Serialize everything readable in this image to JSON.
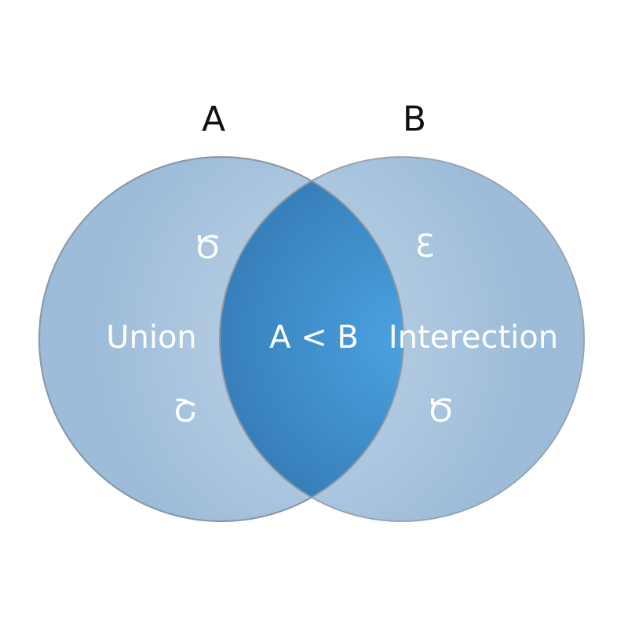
{
  "sets": {
    "a_label": "A",
    "b_label": "B"
  },
  "regions": {
    "left": "Union",
    "center": "A < B",
    "right": "Interection"
  },
  "symbols": {
    "left_top": "Ծ",
    "left_bottom": "Շ",
    "right_top": "Ɛ",
    "right_bottom": "Ծ"
  },
  "colors": {
    "circle_fill": "#a3c1dc",
    "overlap_fill": "#3b8ac9",
    "stroke": "#9aa4ae"
  }
}
